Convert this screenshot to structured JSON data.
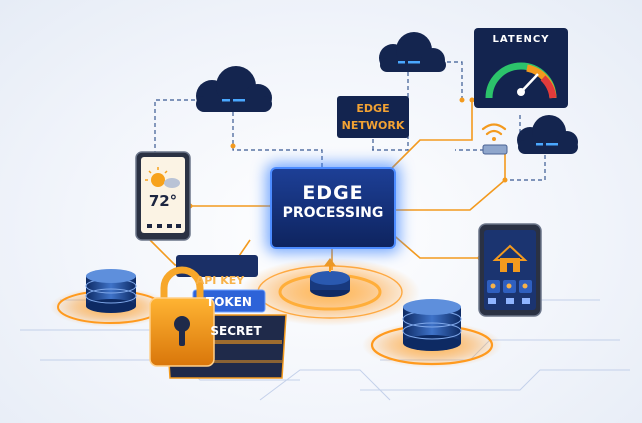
{
  "center": {
    "line1": "EDGE",
    "line2": "PROCESSING"
  },
  "edge_network": {
    "line1": "EDGE",
    "line2": "NETWORK"
  },
  "latency": {
    "label": "LATENCY"
  },
  "thermostat": {
    "temperature": "72°"
  },
  "credentials": {
    "api_key": "API KEY",
    "token": "TOKEN",
    "secret": "SECRET"
  },
  "colors": {
    "navy": "#142a5c",
    "orange": "#f39a1e",
    "blue_glow": "#2f7cff",
    "cloud": "#14254f",
    "cyan": "#4aa8ff"
  }
}
